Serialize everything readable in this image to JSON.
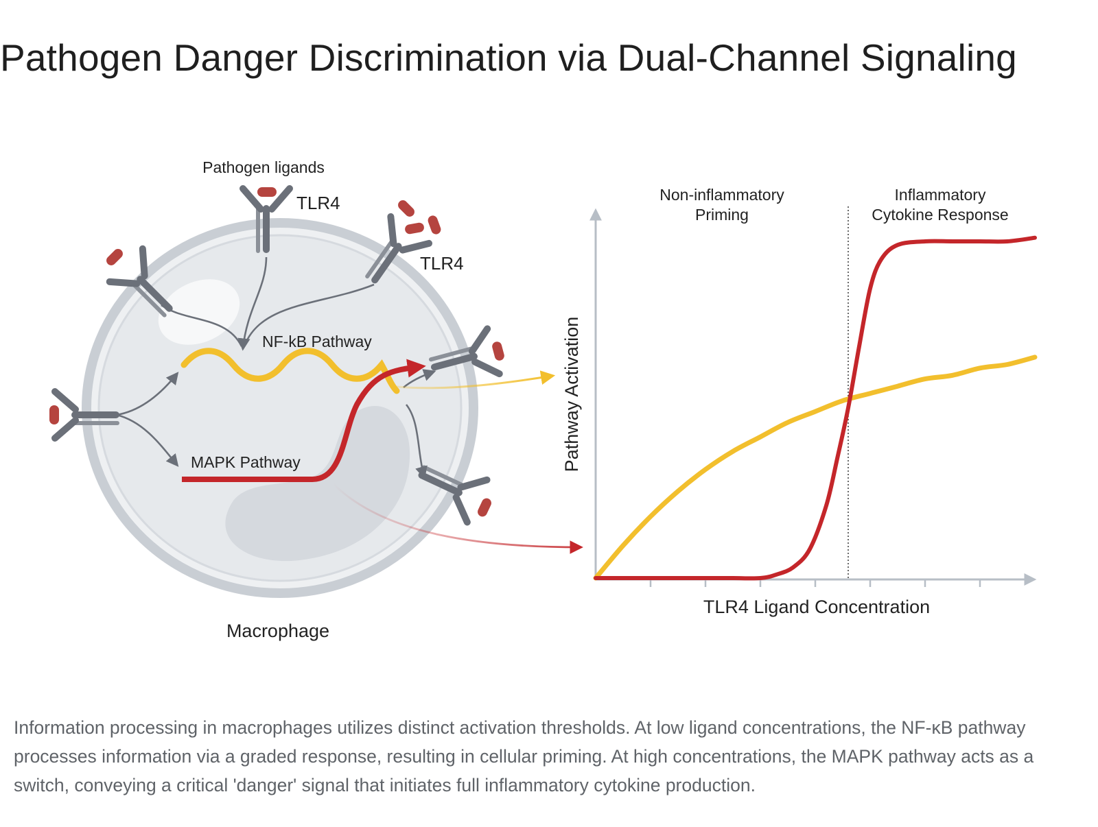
{
  "title": "Pathogen Danger Discrimination via Dual-Channel Signaling",
  "diagram": {
    "ligands_label": "Pathogen ligands",
    "receptor_top_label": "TLR4",
    "receptor_right_label": "TLR4",
    "nfkb_label": "NF-kB Pathway",
    "mapk_label": "MAPK Pathway",
    "cell_label": "Macrophage"
  },
  "chart": {
    "region_left_line1": "Non-inflammatory",
    "region_left_line2": "Priming",
    "region_right_line1": "Inflammatory",
    "region_right_line2": "Cytokine Response",
    "ylabel": "Pathway Activation",
    "xlabel": "TLR4 Ligand Concentration"
  },
  "colors": {
    "nfkb": "#f2bf2d",
    "mapk": "#c4262a",
    "receptor": "#6b7079",
    "ligand": "#b5443f",
    "cell_membrane": "#c9ced4",
    "cell_fill": "#e8ebee",
    "axis": "#b7bec6",
    "caption_text": "#5f6368"
  },
  "chart_data": {
    "type": "line",
    "xlim": [
      0,
      8
    ],
    "ylim": [
      0,
      1
    ],
    "grid": false,
    "threshold_x": 4.6,
    "series": [
      {
        "name": "",
        "color_key": "nfkb",
        "x": [
          0,
          0.5,
          1,
          1.5,
          2,
          2.5,
          3,
          3.5,
          4,
          4.5,
          5,
          5.5,
          6,
          6.5,
          7,
          7.5,
          8
        ],
        "y": [
          0,
          0.09,
          0.17,
          0.24,
          0.3,
          0.35,
          0.39,
          0.43,
          0.46,
          0.49,
          0.51,
          0.53,
          0.55,
          0.56,
          0.58,
          0.59,
          0.61
        ]
      },
      {
        "name": "",
        "color_key": "mapk",
        "x": [
          0,
          0.5,
          1,
          1.5,
          2,
          2.5,
          3,
          3.3,
          3.6,
          3.9,
          4.2,
          4.4,
          4.6,
          4.8,
          5.0,
          5.2,
          5.5,
          6,
          6.5,
          7,
          7.5,
          8
        ],
        "y": [
          0,
          0,
          0,
          0,
          0,
          0,
          0,
          0.01,
          0.03,
          0.08,
          0.2,
          0.33,
          0.47,
          0.64,
          0.8,
          0.88,
          0.92,
          0.93,
          0.93,
          0.93,
          0.93,
          0.94
        ]
      }
    ]
  },
  "caption": "Information processing in macrophages utilizes distinct activation thresholds. At low ligand concentrations, the NF-κB pathway processes information via a graded response, resulting in cellular priming. At high concentrations, the MAPK pathway acts as a switch, conveying a critical 'danger' signal that initiates full inflammatory cytokine production."
}
